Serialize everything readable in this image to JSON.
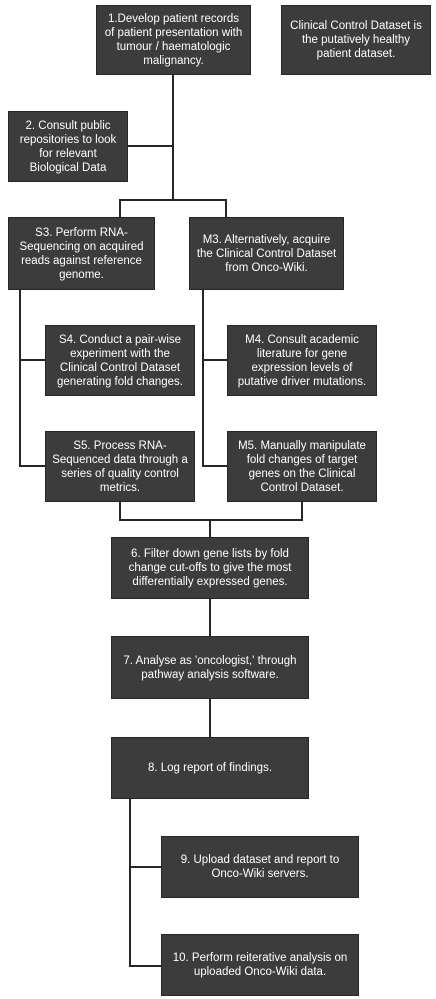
{
  "boxes": {
    "step1": "1.Develop patient records of patient presentation with tumour / haematologic malignancy.",
    "note": "Clinical Control Dataset is the putatively healthy patient dataset.",
    "step2": "2. Consult public repositories to look for relevant Biological Data",
    "s3": "S3. Perform RNA-Sequencing on acquired reads against reference genome.",
    "m3": "M3. Alternatively, acquire the Clinical Control Dataset from Onco-Wiki.",
    "s4": "S4. Conduct a pair-wise experiment with the Clinical Control Dataset generating fold changes.",
    "m4": "M4. Consult academic literature for gene expression levels of putative driver mutations.",
    "s5": "S5. Process RNA-Sequenced data through a series of quality control metrics.",
    "m5": "M5. Manually manipulate fold changes of target genes on the Clinical Control Dataset.",
    "step6": "6. Filter down gene lists by fold change cut-offs to give the most differentially expressed genes.",
    "step7": "7. Analyse as 'oncologist,' through pathway analysis software.",
    "step8": "8. Log report of findings.",
    "step9": "9. Upload dataset and report to Onco-Wiki servers.",
    "step10": "10. Perform reiterative analysis on uploaded Onco-Wiki data."
  },
  "colors": {
    "box_fill": "#3c3c3c",
    "box_text": "#ffffff",
    "connector": "#262626"
  }
}
